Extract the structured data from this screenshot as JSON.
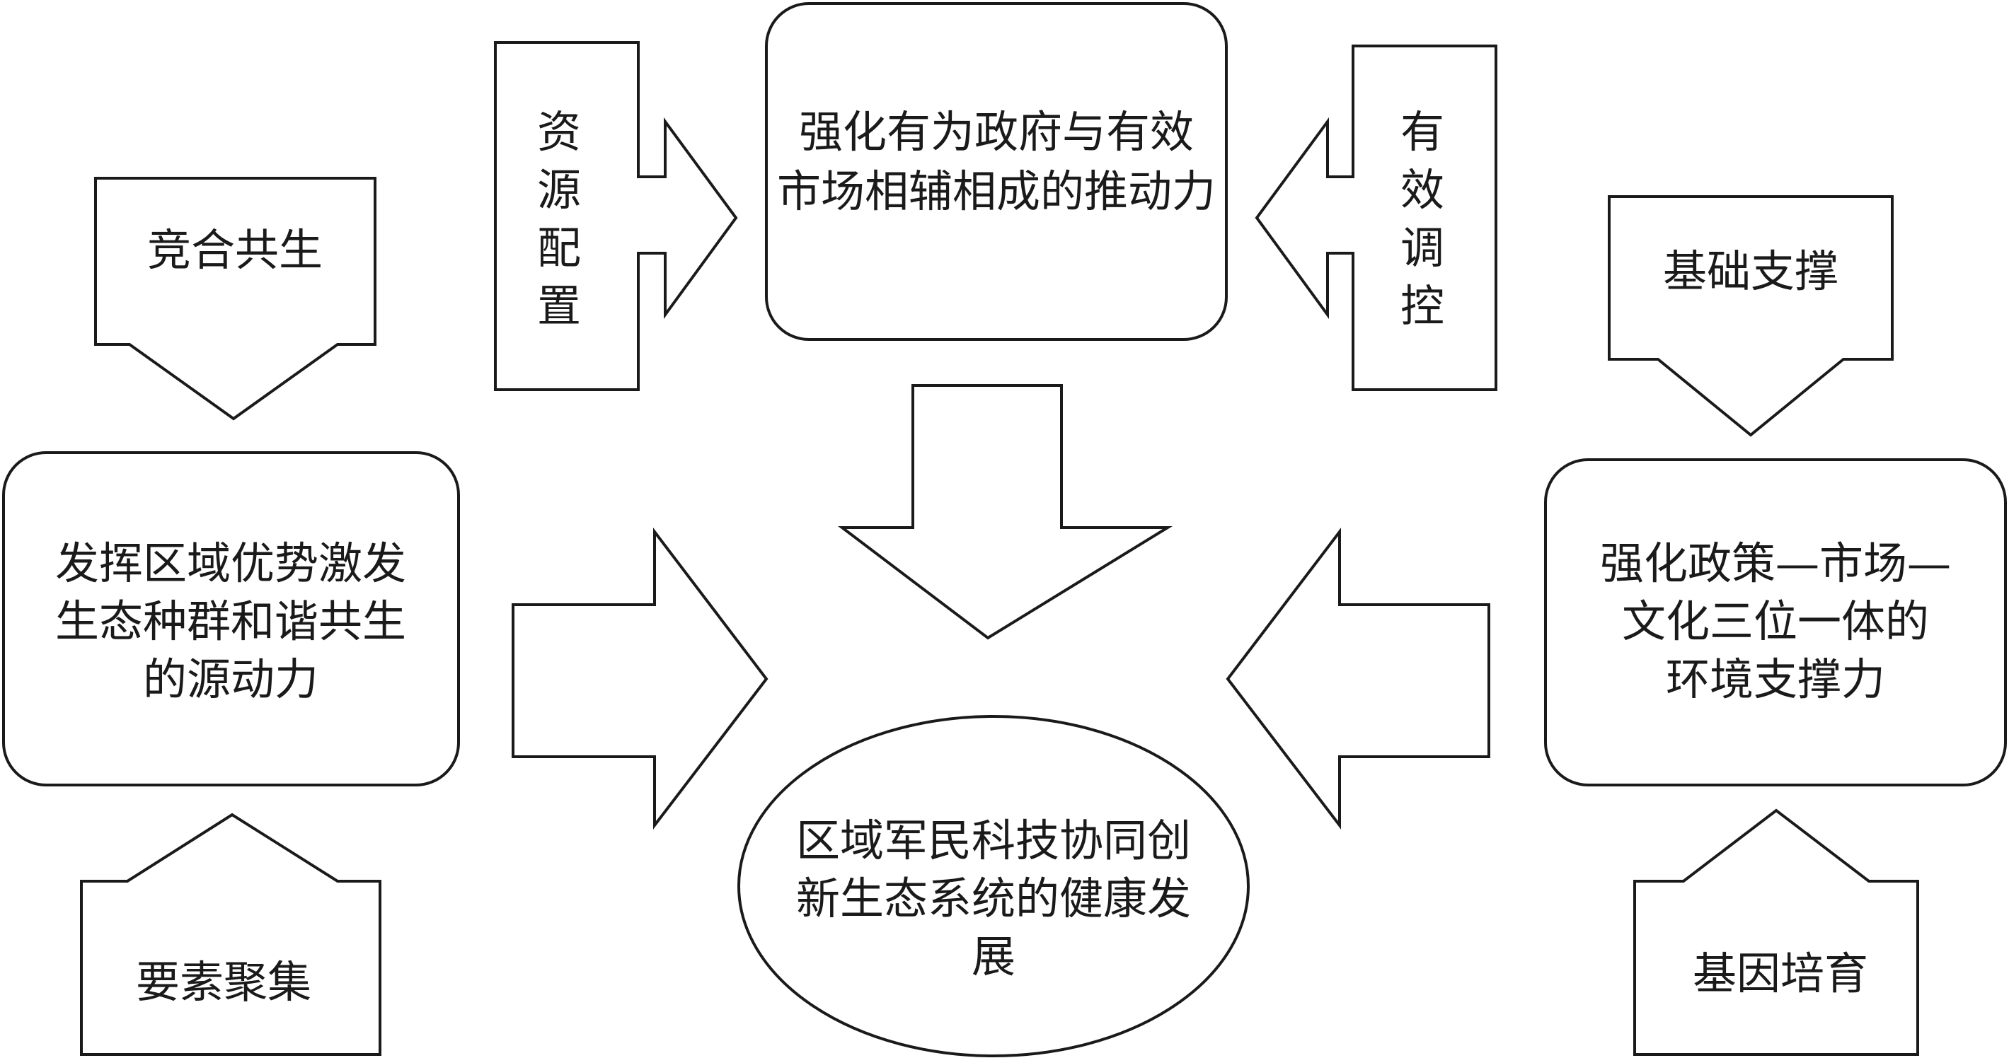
{
  "nodes": {
    "top_driver": {
      "lines": [
        "强化有为政府与有效",
        "市场相辅相成的推动力"
      ]
    },
    "left_driver": {
      "lines": [
        "发挥区域优势激发",
        "生态种群和谐共生",
        "的源动力"
      ]
    },
    "right_driver": {
      "lines": [
        "强化政策—市场—",
        "文化三位一体的",
        "环境支撑力"
      ]
    },
    "center_goal": {
      "lines": [
        "区域军民科技协同创",
        "新生态系统的健康发",
        "展"
      ]
    }
  },
  "inputs": {
    "resource_allocation": {
      "lines": [
        "资",
        "源",
        "配",
        "置"
      ]
    },
    "effective_regulation": {
      "lines": [
        "有",
        "效",
        "调",
        "控"
      ]
    },
    "coopetition": {
      "lines": [
        "竞合共生"
      ]
    },
    "element_aggregation": {
      "lines": [
        "要素聚集"
      ]
    },
    "basic_support": {
      "lines": [
        "基础支撑"
      ]
    },
    "gene_cultivation": {
      "lines": [
        "基因培育"
      ]
    }
  }
}
